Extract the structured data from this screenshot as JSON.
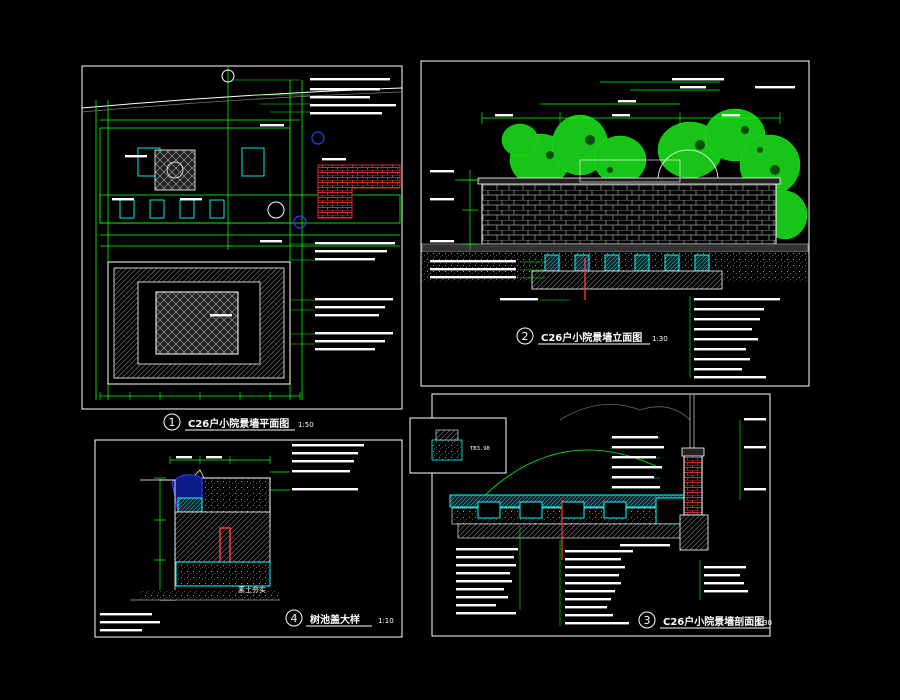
{
  "colors": {
    "background": "#000000",
    "frame": "#ffffff",
    "green": "#00ff00",
    "cyan": "#00ffff",
    "red": "#ff3b3b",
    "blue": "#2b43ff",
    "grey": "#8a8a8a"
  },
  "panels": [
    {
      "number": "1",
      "title": "C26户小院景墙平面图",
      "scale": "1:50"
    },
    {
      "number": "2",
      "title": "C26户小院景墙立面图",
      "scale": "1:30"
    },
    {
      "number": "3",
      "title": "C26户小院景墙剖面图",
      "scale": "1:30"
    },
    {
      "number": "4",
      "title": "树池盖大样",
      "scale": "1:10"
    }
  ],
  "panel3": {
    "inset_label": "TB3.98"
  },
  "panel4": {
    "note_right": "素土夯实"
  }
}
